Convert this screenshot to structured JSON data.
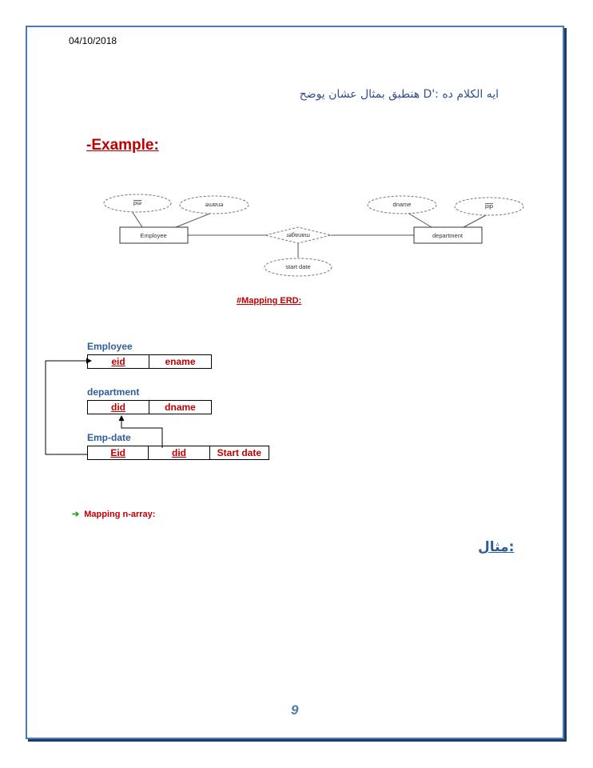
{
  "header": {
    "date": "04/10/2018"
  },
  "note": {
    "arabic_line": "ايه الكلام ده :'D  هنطبق بمثال عشان يوضح"
  },
  "example_heading": "-Example:",
  "erd": {
    "entities": [
      "Employee",
      "department"
    ],
    "relationship": "manager",
    "attributes": [
      "eid",
      "ename",
      "dname",
      "did",
      "start date"
    ]
  },
  "mapping_heading": "#Mapping ERD:",
  "tables": [
    {
      "name": "Employee",
      "columns": [
        "eid",
        "ename"
      ]
    },
    {
      "name": "department",
      "columns": [
        "did",
        "dname"
      ]
    },
    {
      "name": "Emp-date",
      "columns": [
        "Eid",
        "did",
        "Start date"
      ]
    }
  ],
  "bullet": "Mapping n-array:",
  "mithal": "مثال:",
  "footer": {
    "page_number": "9"
  },
  "colors": {
    "red": "#c00000",
    "blue": "#2e5c99",
    "border": "#4a7ab5",
    "arrow_green": "#2e9c2e"
  }
}
